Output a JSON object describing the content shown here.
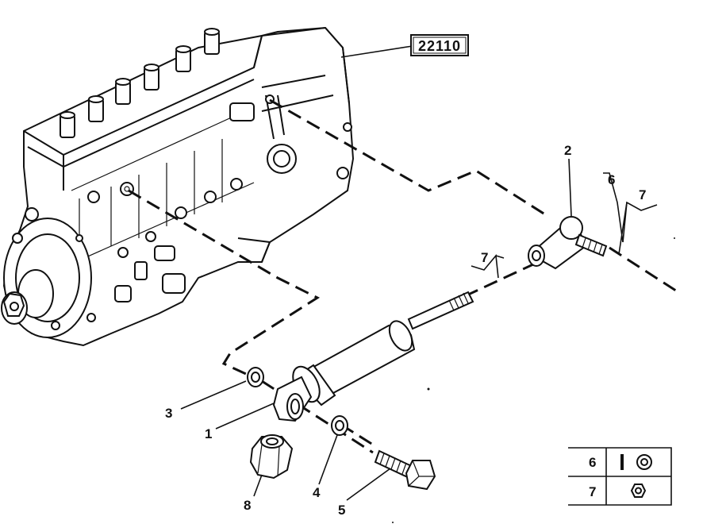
{
  "reference_number": "22110",
  "callouts": {
    "part_1": "1",
    "part_2": "2",
    "part_3": "3",
    "part_4": "4",
    "part_5": "5",
    "part_6": "6",
    "part_7_upper": "7",
    "part_7_lower": "7",
    "part_8": "8"
  },
  "legend": {
    "rows": [
      {
        "number": "6",
        "symbol": "pin-and-washer-icon"
      },
      {
        "number": "7",
        "symbol": "nut-icon"
      }
    ]
  }
}
